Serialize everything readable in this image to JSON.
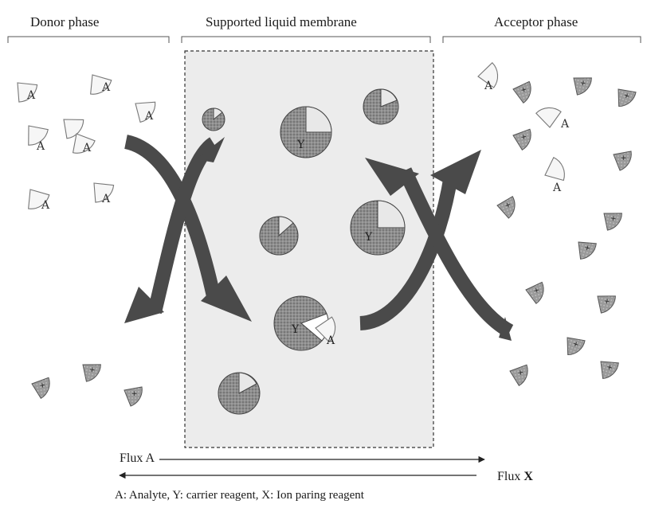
{
  "phases": {
    "donor": "Donor phase",
    "membrane": "Supported liquid membrane",
    "acceptor": "Acceptor phase"
  },
  "symbols": {
    "analyte": "A",
    "carrier": "Y",
    "ion_pair": "+"
  },
  "flux": {
    "a_label": "Flux",
    "a_letter": "A",
    "x_label": "Flux",
    "x_letter": "X"
  },
  "legend": "A: Analyte,   Y: carrier reagent,   X: Ion paring reagent",
  "colors": {
    "arrow": "#4a4a4a",
    "ion_pair": "#8a8a8a",
    "carrier": "#6e6e6e",
    "analyte": "#f4f4f4",
    "membrane_bg": "#ededed"
  }
}
